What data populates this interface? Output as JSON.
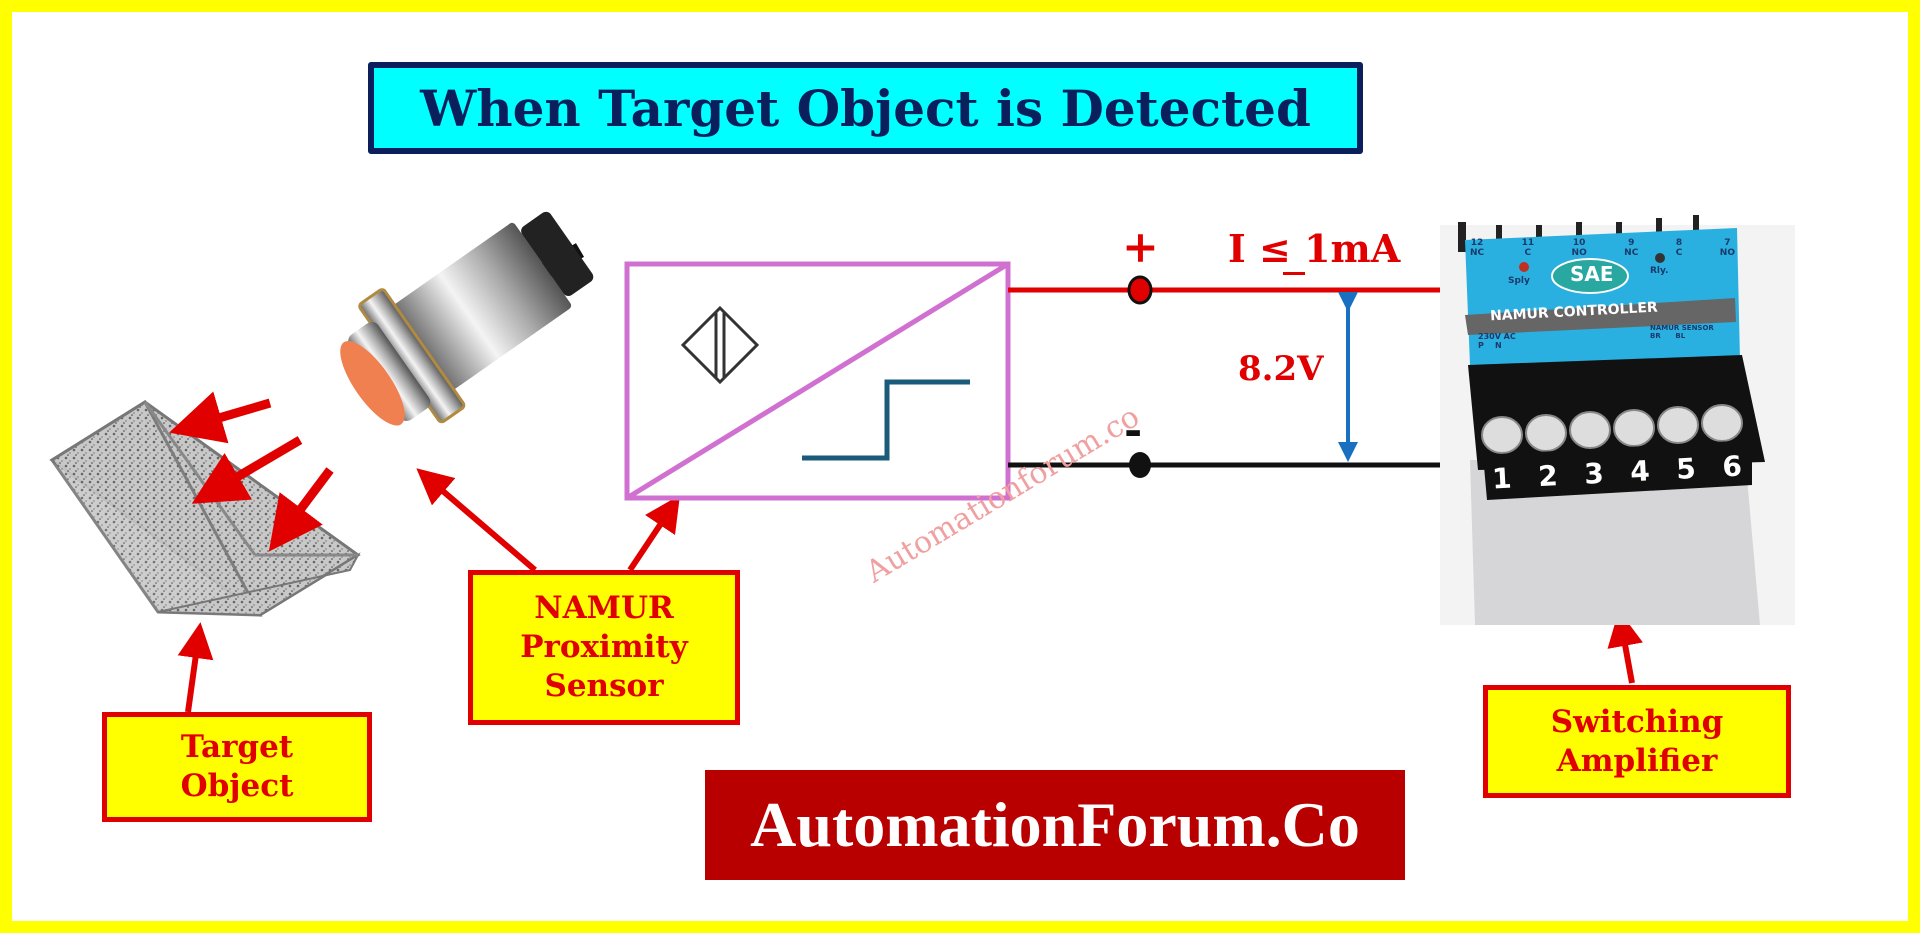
{
  "title": "When Target Object is Detected",
  "labels": {
    "target_object": [
      "Target",
      "Object"
    ],
    "sensor": [
      "NAMUR",
      "Proximity",
      "Sensor"
    ],
    "amplifier": [
      "Switching",
      "Amplifier"
    ]
  },
  "circuit": {
    "plus": "+",
    "minus": "-",
    "current": "I ≤ 1mA",
    "voltage": "8.2V"
  },
  "controller": {
    "brand": "SAE",
    "name": "NAMUR CONTROLLER",
    "top_terminals": [
      [
        "12",
        "NC"
      ],
      [
        "11",
        "C"
      ],
      [
        "10",
        "NO"
      ],
      [
        "9",
        "NC"
      ],
      [
        "8",
        "C"
      ],
      [
        "7",
        "NO"
      ]
    ],
    "indicators": [
      "Sply",
      "Rly."
    ],
    "supply_label": "230V AC",
    "supply_pins": [
      "P",
      "N"
    ],
    "sensor_label": "NAMUR SENSOR",
    "sensor_pins": [
      "BR",
      "BL"
    ],
    "bottom_terminals": [
      "1",
      "2",
      "3",
      "4",
      "5",
      "6"
    ]
  },
  "watermark": "Automationforum.co",
  "banner": "AutomationForum.Co",
  "colors": {
    "border": "#ffff00",
    "title_bg": "#00ffff",
    "title_text": "#0a1f5c",
    "accent_red": "#e00000",
    "banner_bg": "#b80000",
    "symbol_box": "#d070d0",
    "step_line": "#1a5a7a",
    "voltage_arrow": "#1a70c0",
    "controller_face": "#2ab0e0"
  }
}
